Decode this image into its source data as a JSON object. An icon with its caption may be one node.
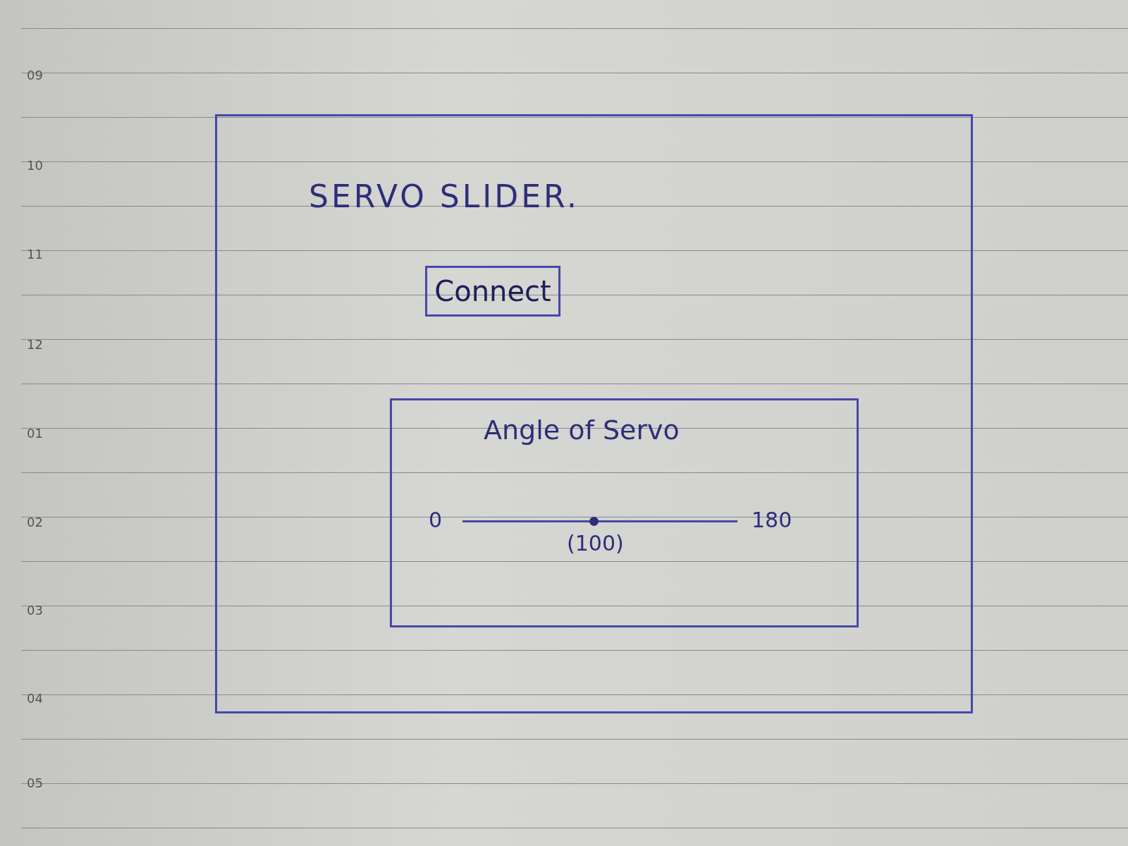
{
  "diagram": {
    "nodes": [
      {
        "text": [
          "SERVO SLIDER."
        ]
      },
      {
        "text": [
          "Connect"
        ],
        "in": 0
      },
      {
        "text": [
          "Angle of Servo",
          "0",
          "180",
          "(100)"
        ],
        "in": 0
      }
    ],
    "labels": [
      "09",
      "10",
      "11",
      "12",
      "01",
      "02",
      "03",
      "04",
      "05"
    ]
  }
}
